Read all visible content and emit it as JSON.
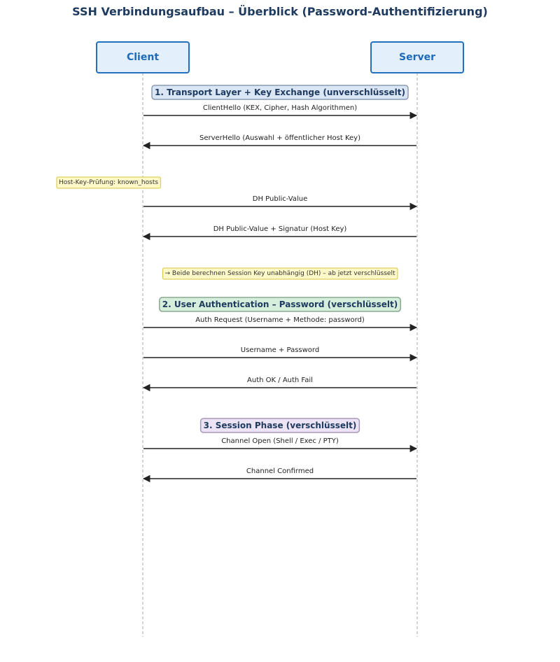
{
  "title": "SSH Verbindungsaufbau – Überblick (Password-Authentifizierung)",
  "actors": [
    {
      "id": "client",
      "label": "Client"
    },
    {
      "id": "server",
      "label": "Server"
    }
  ],
  "phases": [
    {
      "label": "1. Transport Layer + Key Exchange (unverschlüsselt)",
      "fill": "#dbe6f4",
      "stroke": "#8a9bb4"
    },
    {
      "label": "2. User Authentication – Password (verschlüsselt)",
      "fill": "#d6eedc",
      "stroke": "#8aa890"
    },
    {
      "label": "3. Session Phase (verschlüsselt)",
      "fill": "#ece4f4",
      "stroke": "#a898b8"
    }
  ],
  "messages": [
    {
      "label": "ClientHello (KEX, Cipher, Hash Algorithmen)",
      "from": "client",
      "to": "server"
    },
    {
      "label": "ServerHello (Auswahl + öffentlicher Host Key)",
      "from": "server",
      "to": "client"
    },
    {
      "label": "DH Public-Value",
      "from": "client",
      "to": "server"
    },
    {
      "label": "DH Public-Value + Signatur (Host Key)",
      "from": "server",
      "to": "client"
    },
    {
      "label": "Auth Request (Username + Methode: password)",
      "from": "client",
      "to": "server"
    },
    {
      "label": "Username + Password",
      "from": "client",
      "to": "server"
    },
    {
      "label": "Auth OK / Auth Fail",
      "from": "server",
      "to": "client"
    },
    {
      "label": "Channel Open (Shell / Exec / PTY)",
      "from": "client",
      "to": "server"
    },
    {
      "label": "Channel Confirmed",
      "from": "server",
      "to": "client"
    }
  ],
  "notes": [
    {
      "label": "Host-Key-Prüfung: known_hosts"
    },
    {
      "label": "→ Beide berechnen Session Key unabhängig (DH) – ab jetzt verschlüsselt"
    }
  ]
}
